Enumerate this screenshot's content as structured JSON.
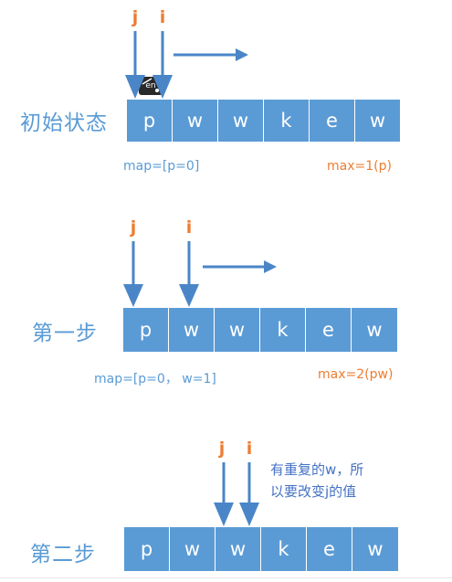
{
  "steps": [
    {
      "label": "初始状态",
      "cells": [
        "p",
        "w",
        "w",
        "k",
        "e",
        "w"
      ],
      "j": "j",
      "i": "i",
      "map": "map=[p=0]",
      "max": "max=1(p)"
    },
    {
      "label": "第一步",
      "cells": [
        "p",
        "w",
        "w",
        "k",
        "e",
        "w"
      ],
      "j": "j",
      "i": "i",
      "map": "map=[p=0， w=1]",
      "max": "max=2(pw)"
    },
    {
      "label": "第二步",
      "cells": [
        "p",
        "w",
        "w",
        "k",
        "e",
        "w"
      ],
      "j": "j",
      "i": "i",
      "note_line1": "有重复的w，所",
      "note_line2": "以要改变j的值"
    }
  ],
  "ime_badge": "en",
  "colors": {
    "cell": "#5b9bd5",
    "pointer": "#ed7d31",
    "label": "#5a9bd5",
    "note": "#4472c4"
  }
}
